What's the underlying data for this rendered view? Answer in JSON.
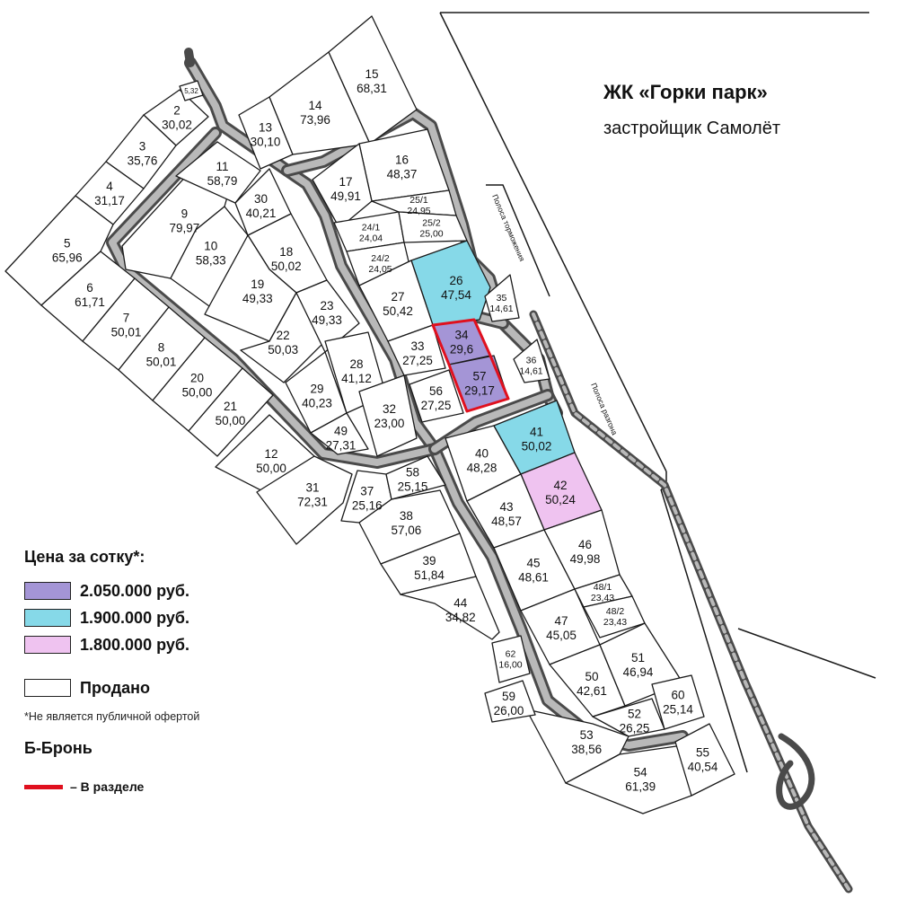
{
  "header": {
    "title": "ЖК «Горки парк»",
    "subtitle": "застройщик Самолёт"
  },
  "colors": {
    "purple": "#a495d6",
    "cyan": "#86d9e8",
    "pink": "#efc3f0",
    "sold": "#ffffff",
    "divided": "#e0101e",
    "road": "#4a4a4a"
  },
  "legend": {
    "heading": "Цена за сотку*:",
    "prices": [
      {
        "label": "2.050.000 руб.",
        "color": "#a495d6"
      },
      {
        "label": "1.900.000 руб.",
        "color": "#86d9e8"
      },
      {
        "label": "1.800.000 руб.",
        "color": "#efc3f0"
      }
    ],
    "sold_label": "Продано",
    "footnote": "*Не является публичной офертой",
    "reserve": "Б-Бронь",
    "divided_label": "– В разделе"
  },
  "roads": {
    "braking_lane": "Полоса торможения",
    "accel_lane": "Полоса разгона"
  },
  "plots": [
    {
      "num": "2",
      "area": "30,02",
      "status": "sold"
    },
    {
      "num": "",
      "area": "5,32",
      "status": "sold"
    },
    {
      "num": "3",
      "area": "35,76",
      "status": "sold"
    },
    {
      "num": "4",
      "area": "31,17",
      "status": "sold"
    },
    {
      "num": "5",
      "area": "65,96",
      "status": "sold"
    },
    {
      "num": "6",
      "area": "61,71",
      "status": "sold"
    },
    {
      "num": "7",
      "area": "50,01",
      "status": "sold"
    },
    {
      "num": "8",
      "area": "50,01",
      "status": "sold"
    },
    {
      "num": "9",
      "area": "79,97",
      "status": "sold"
    },
    {
      "num": "10",
      "area": "58,33",
      "status": "sold"
    },
    {
      "num": "11",
      "area": "58,79",
      "status": "sold"
    },
    {
      "num": "12",
      "area": "50,00",
      "status": "sold"
    },
    {
      "num": "13",
      "area": "30,10",
      "status": "sold"
    },
    {
      "num": "14",
      "area": "73,96",
      "status": "sold"
    },
    {
      "num": "15",
      "area": "68,31",
      "status": "sold"
    },
    {
      "num": "16",
      "area": "48,37",
      "status": "sold"
    },
    {
      "num": "17",
      "area": "49,91",
      "status": "sold"
    },
    {
      "num": "18",
      "area": "50,02",
      "status": "sold"
    },
    {
      "num": "19",
      "area": "49,33",
      "status": "sold"
    },
    {
      "num": "20",
      "area": "50,00",
      "status": "sold"
    },
    {
      "num": "21",
      "area": "50,00",
      "status": "sold"
    },
    {
      "num": "22",
      "area": "50,03",
      "status": "sold"
    },
    {
      "num": "23",
      "area": "49,33",
      "status": "sold"
    },
    {
      "num": "24/1",
      "area": "24,04",
      "status": "sold"
    },
    {
      "num": "24/2",
      "area": "24,05",
      "status": "sold"
    },
    {
      "num": "25/1",
      "area": "24,95",
      "status": "sold"
    },
    {
      "num": "25/2",
      "area": "25,00",
      "status": "sold"
    },
    {
      "num": "26",
      "area": "47,54",
      "status": "cyan"
    },
    {
      "num": "27",
      "area": "50,42",
      "status": "sold"
    },
    {
      "num": "28",
      "area": "41,12",
      "status": "sold"
    },
    {
      "num": "29",
      "area": "40,23",
      "status": "sold"
    },
    {
      "num": "30",
      "area": "40,21",
      "status": "sold"
    },
    {
      "num": "31",
      "area": "72,31",
      "status": "sold"
    },
    {
      "num": "32",
      "area": "23,00",
      "status": "sold"
    },
    {
      "num": "33",
      "area": "27,25",
      "status": "sold"
    },
    {
      "num": "34",
      "area": "29,6",
      "status": "purple",
      "divided": true
    },
    {
      "num": "35",
      "area": "14,61",
      "status": "sold"
    },
    {
      "num": "36",
      "area": "14,61",
      "status": "sold"
    },
    {
      "num": "37",
      "area": "25,16",
      "status": "sold"
    },
    {
      "num": "38",
      "area": "57,06",
      "status": "sold"
    },
    {
      "num": "39",
      "area": "51,84",
      "status": "sold"
    },
    {
      "num": "40",
      "area": "48,28",
      "status": "sold"
    },
    {
      "num": "41",
      "area": "50,02",
      "status": "cyan"
    },
    {
      "num": "42",
      "area": "50,24",
      "status": "pink"
    },
    {
      "num": "43",
      "area": "48,57",
      "status": "sold"
    },
    {
      "num": "44",
      "area": "34,82",
      "status": "sold"
    },
    {
      "num": "45",
      "area": "48,61",
      "status": "sold"
    },
    {
      "num": "46",
      "area": "49,98",
      "status": "sold"
    },
    {
      "num": "47",
      "area": "45,05",
      "status": "sold"
    },
    {
      "num": "48/1",
      "area": "23,43",
      "status": "sold"
    },
    {
      "num": "48/2",
      "area": "23,43",
      "status": "sold"
    },
    {
      "num": "49",
      "area": "27,31",
      "status": "sold"
    },
    {
      "num": "50",
      "area": "42,61",
      "status": "sold"
    },
    {
      "num": "51",
      "area": "46,94",
      "status": "sold"
    },
    {
      "num": "52",
      "area": "26,25",
      "status": "sold"
    },
    {
      "num": "53",
      "area": "38,56",
      "status": "sold"
    },
    {
      "num": "54",
      "area": "61,39",
      "status": "sold"
    },
    {
      "num": "55",
      "area": "40,54",
      "status": "sold"
    },
    {
      "num": "56",
      "area": "27,25",
      "status": "sold"
    },
    {
      "num": "57",
      "area": "29,17",
      "status": "purple",
      "divided": true
    },
    {
      "num": "58",
      "area": "25,15",
      "status": "sold"
    },
    {
      "num": "59",
      "area": "26,00",
      "status": "sold"
    },
    {
      "num": "60",
      "area": "25,14",
      "status": "sold"
    },
    {
      "num": "62",
      "area": "16,00",
      "status": "sold"
    }
  ]
}
